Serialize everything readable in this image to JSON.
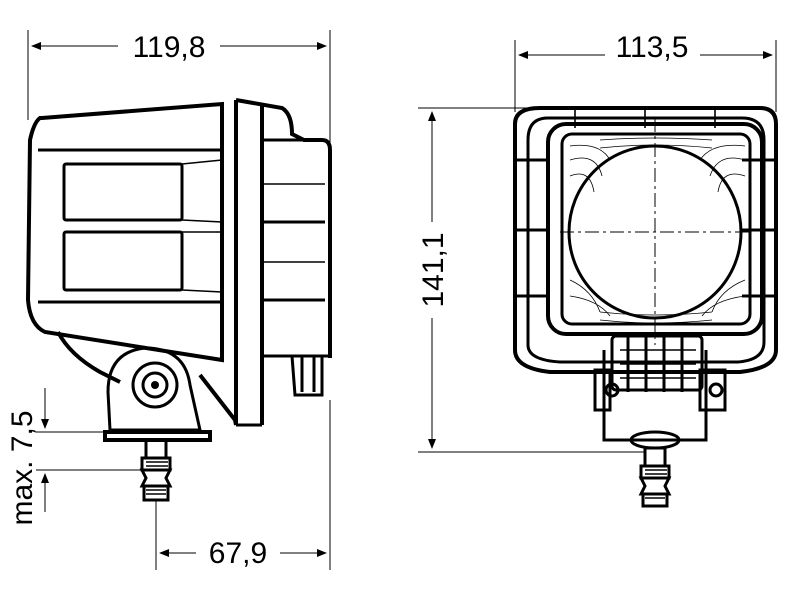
{
  "dimensions": {
    "side_depth": "119,8",
    "front_width": "113,5",
    "front_height": "141,1",
    "bracket_offset": "max. 7,5",
    "mount_distance": "67,9"
  }
}
